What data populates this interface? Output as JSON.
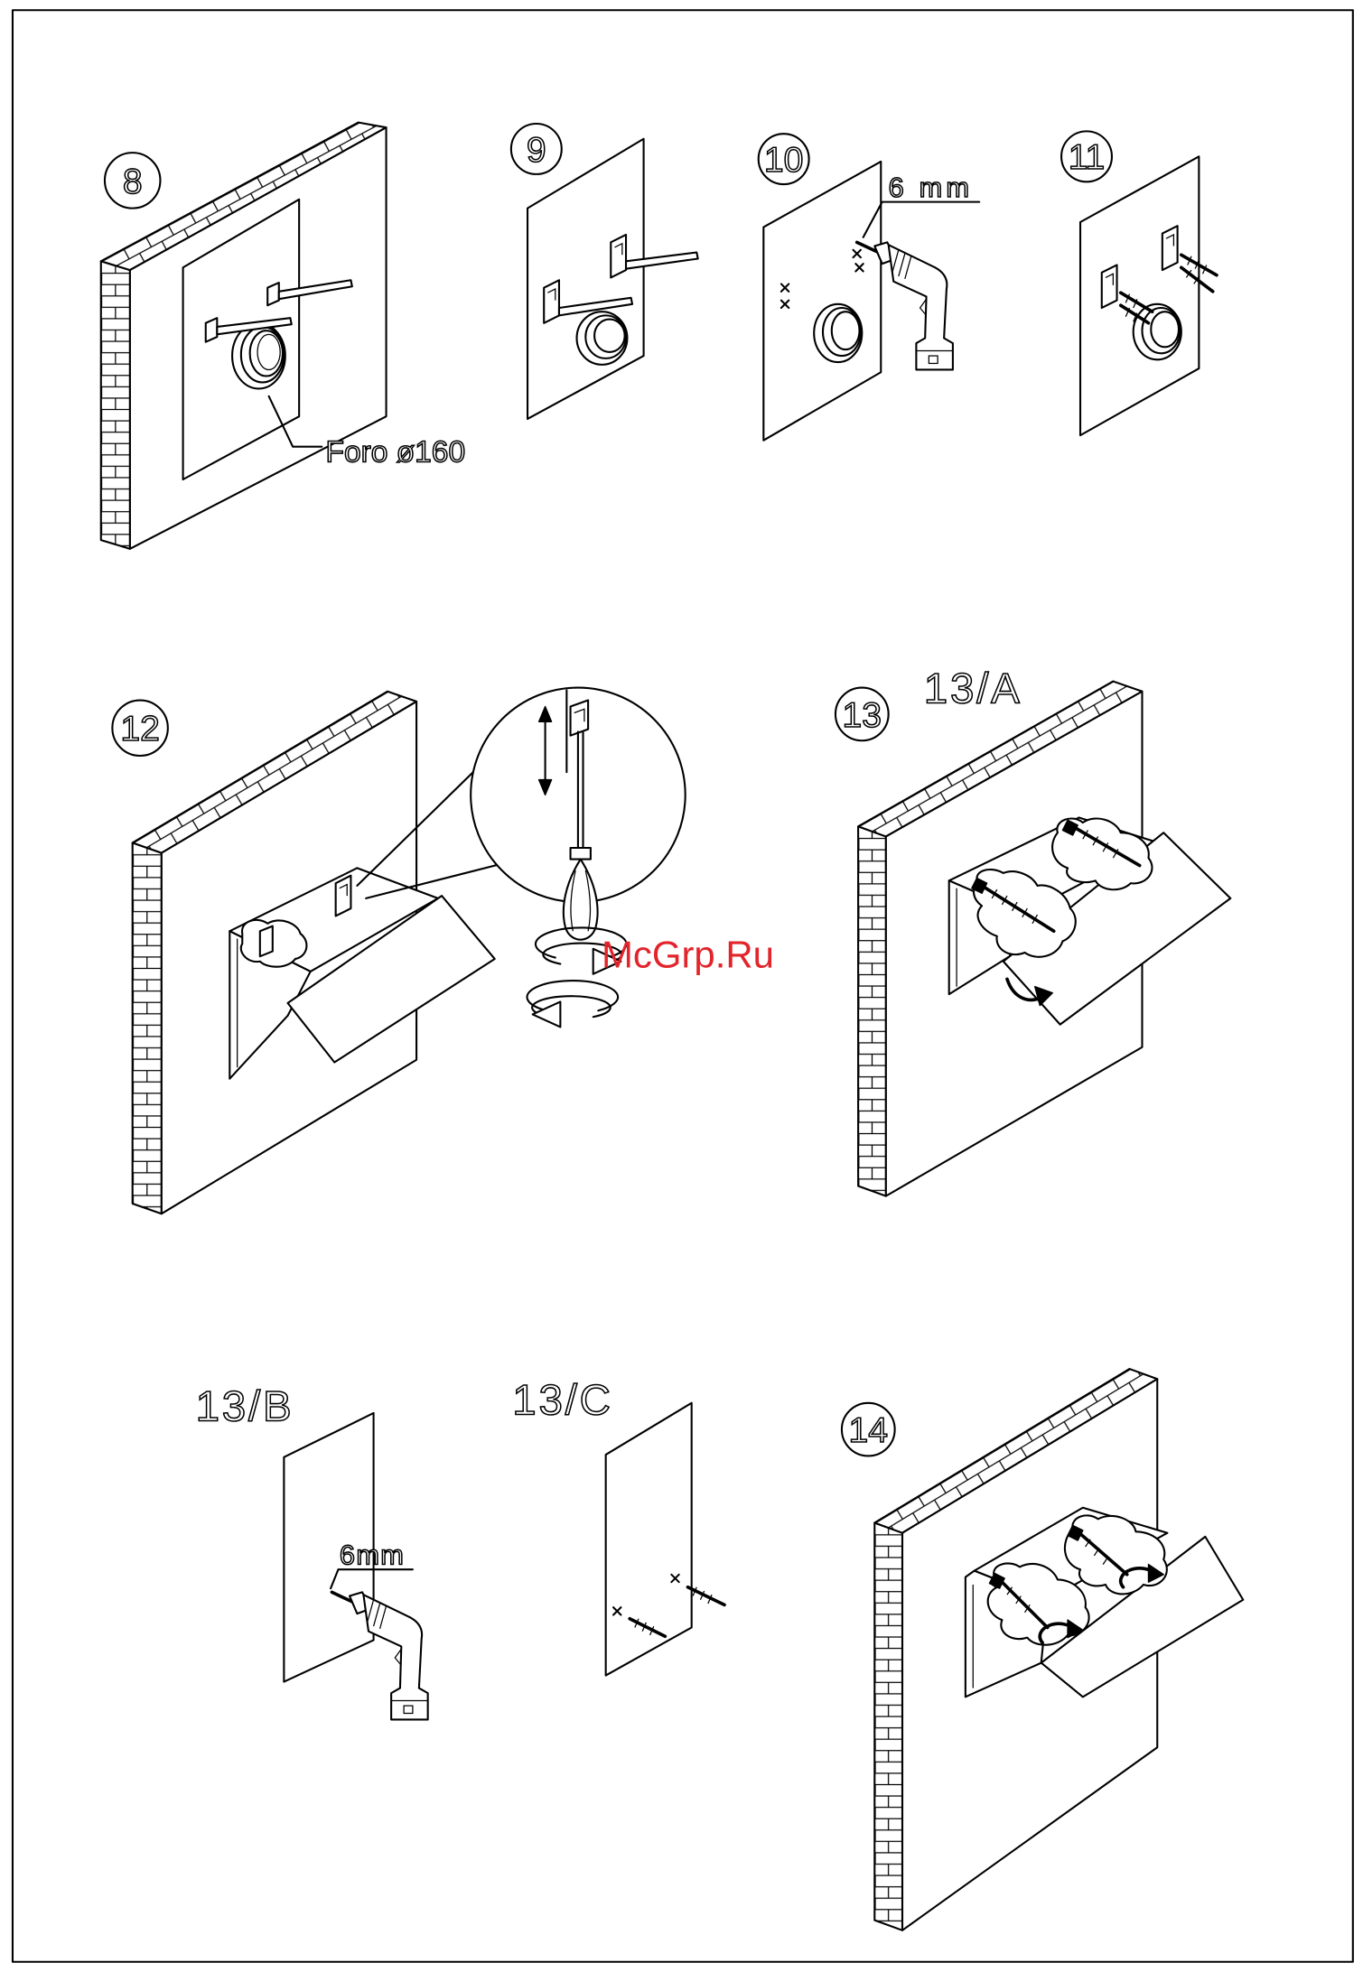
{
  "steps": {
    "s8": "8",
    "s9": "9",
    "s10": "10",
    "s11": "11",
    "s12": "12",
    "s13": "13",
    "s14": "14"
  },
  "labels": {
    "hole_diameter": "Foro ø160",
    "bit_size_10": "6 mm",
    "sub_13a": "13/A",
    "sub_13b": "13/B",
    "bit_size_13b": "6mm",
    "sub_13c": "13/C"
  },
  "watermark": "McGrp.Ru",
  "colors": {
    "line": "#000000",
    "background": "#ffffff",
    "watermark": "#e3242b"
  }
}
